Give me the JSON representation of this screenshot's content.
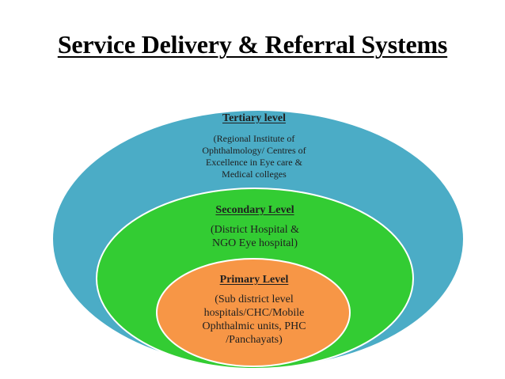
{
  "title": "Service Delivery & Referral Systems",
  "levels": {
    "tertiary": {
      "heading": "Tertiary level",
      "description": "(Regional Institute of\nOphthalmology/ Centres of\nExcellence in Eye care &\nMedical  colleges",
      "color": "#4BACC6"
    },
    "secondary": {
      "heading": "Secondary Level",
      "description": "(District Hospital &\nNGO Eye  hospital)",
      "color": "#33CC33"
    },
    "primary": {
      "heading": "Primary Level",
      "description": "(Sub district level\nhospitals/CHC/Mobile\nOphthalmic units, PHC\n/Panchayats)",
      "color": "#F79646"
    }
  }
}
